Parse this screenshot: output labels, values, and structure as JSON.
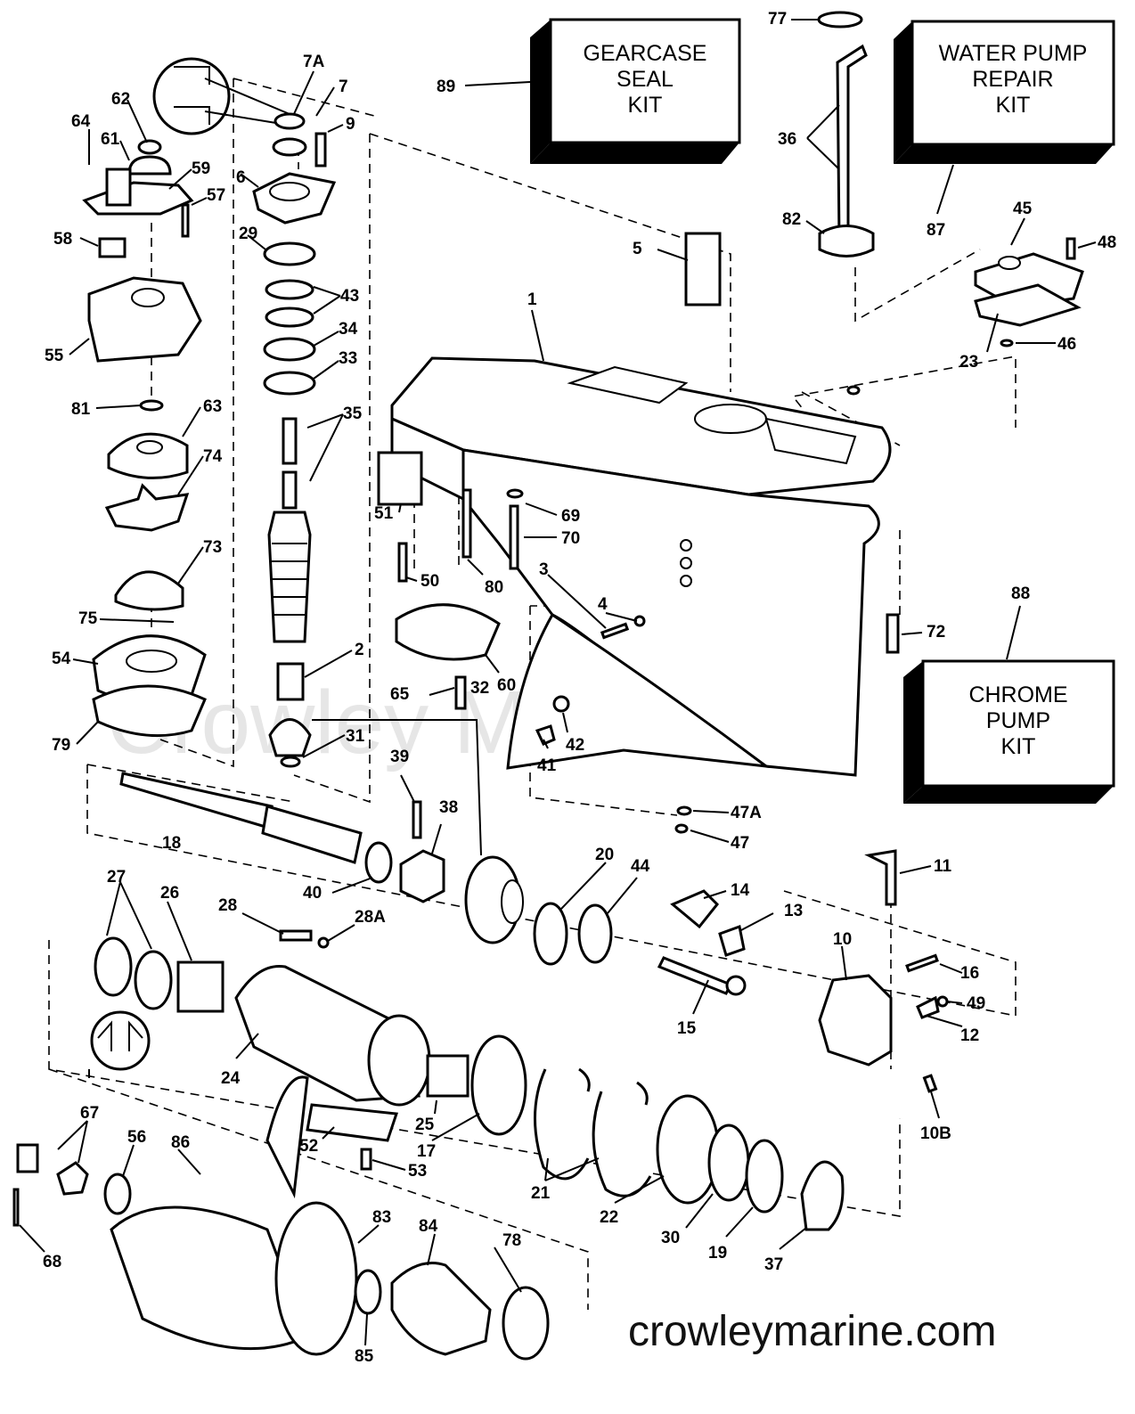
{
  "watermark": "Crowley Marine",
  "website": "crowleymarine.com",
  "kits": [
    {
      "number": "89",
      "lines": [
        "GEARCASE",
        "SEAL",
        "KIT"
      ]
    },
    {
      "number": "87",
      "lines": [
        "WATER PUMP",
        "REPAIR",
        "KIT"
      ]
    },
    {
      "number": "88",
      "lines": [
        "CHROME",
        "PUMP",
        "KIT"
      ]
    }
  ],
  "part_labels": [
    "1",
    "2",
    "3",
    "4",
    "5",
    "6",
    "7",
    "7A",
    "9",
    "10",
    "10B",
    "11",
    "12",
    "13",
    "14",
    "15",
    "16",
    "17",
    "18",
    "19",
    "20",
    "21",
    "22",
    "23",
    "24",
    "25",
    "26",
    "27",
    "28",
    "28A",
    "29",
    "30",
    "31",
    "32",
    "33",
    "34",
    "35",
    "36",
    "37",
    "38",
    "39",
    "40",
    "41",
    "42",
    "43",
    "44",
    "45",
    "46",
    "47",
    "47A",
    "48",
    "49",
    "50",
    "51",
    "52",
    "53",
    "54",
    "55",
    "56",
    "57",
    "58",
    "59",
    "60",
    "61",
    "62",
    "63",
    "64",
    "65",
    "67",
    "68",
    "69",
    "70",
    "72",
    "73",
    "74",
    "75",
    "77",
    "78",
    "79",
    "80",
    "81",
    "82",
    "83",
    "84",
    "85",
    "86"
  ],
  "icons": [
    "seal-orientation-detail-icon"
  ]
}
